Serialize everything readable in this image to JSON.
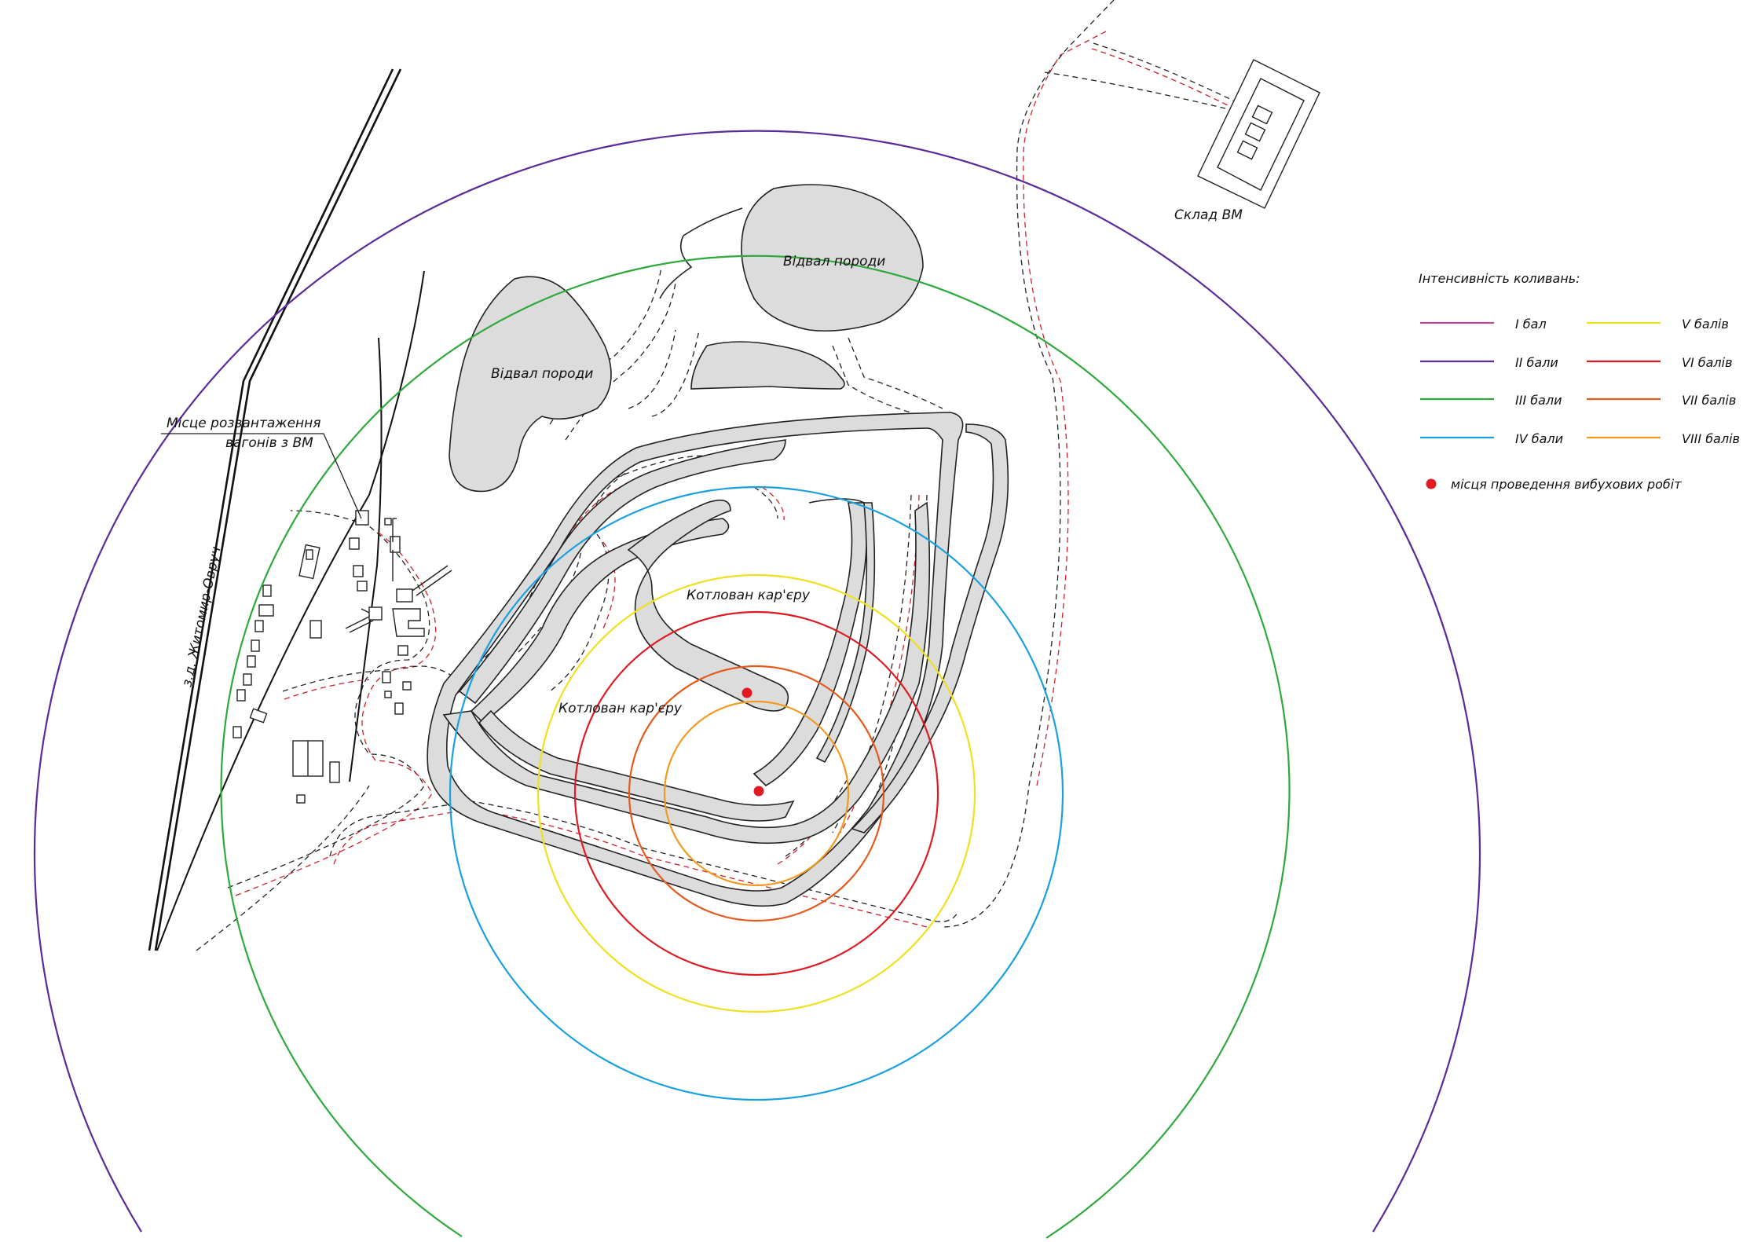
{
  "labels": {
    "dump_1": "Відвал породи",
    "dump_2": "Відвал породи",
    "pit_1": "Котлован кар'єру",
    "pit_2": "Котлован кар'єру",
    "warehouse": "Склад ВМ",
    "unloading_line1": "Місце розвантаження",
    "unloading_line2": "вагонів з ВМ",
    "railway": "з.д. Житомир-Овруч"
  },
  "legend": {
    "title": "Інтенсивність коливань:",
    "items": [
      {
        "label": "I бал",
        "color": "#b04aa0"
      },
      {
        "label": "II бали",
        "color": "#5b2a9b"
      },
      {
        "label": "III бали",
        "color": "#2eaa3c"
      },
      {
        "label": "IV бали",
        "color": "#1aa0e0"
      },
      {
        "label": "V балів",
        "color": "#f0e020"
      },
      {
        "label": "VI балів",
        "color": "#e01a22"
      },
      {
        "label": "VII балів",
        "color": "#e55a1c"
      },
      {
        "label": "VIII балів",
        "color": "#f29a20"
      }
    ],
    "blast_label": "місця проведення вибухових робіт",
    "blast_color": "#e01a22"
  },
  "zones": [
    {
      "name": "II",
      "color": "#5b2a9b"
    },
    {
      "name": "III",
      "color": "#2eaa3c"
    },
    {
      "name": "IV",
      "color": "#1aa0e0"
    },
    {
      "name": "V",
      "color": "#f0e020"
    },
    {
      "name": "VI",
      "color": "#e01a22"
    },
    {
      "name": "VII",
      "color": "#e55a1c"
    },
    {
      "name": "VIII",
      "color": "#f29a20"
    }
  ]
}
